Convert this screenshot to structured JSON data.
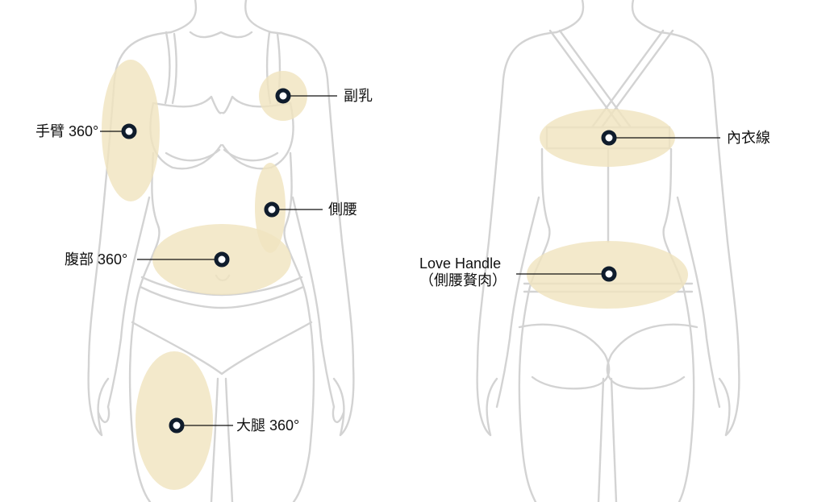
{
  "colors": {
    "background": "#ffffff",
    "body_outline": "#d3d3d3",
    "zone_fill": "#f0e4bf",
    "marker": "#0f1c2c",
    "label_text": "#111111"
  },
  "zones": [
    {
      "id": "arm",
      "label": "手臂 360°",
      "icon": "target-marker-icon"
    },
    {
      "id": "side_breast",
      "label": "副乳",
      "icon": "target-marker-icon"
    },
    {
      "id": "flank",
      "label": "側腰",
      "icon": "target-marker-icon"
    },
    {
      "id": "abdomen",
      "label": "腹部 360°",
      "icon": "target-marker-icon"
    },
    {
      "id": "thigh",
      "label": "大腿 360°",
      "icon": "target-marker-icon"
    },
    {
      "id": "bra_line",
      "label": "內衣線",
      "icon": "target-marker-icon"
    },
    {
      "id": "love_handle",
      "label": "Love Handle",
      "sublabel": "（側腰贅肉）",
      "icon": "target-marker-icon"
    }
  ]
}
